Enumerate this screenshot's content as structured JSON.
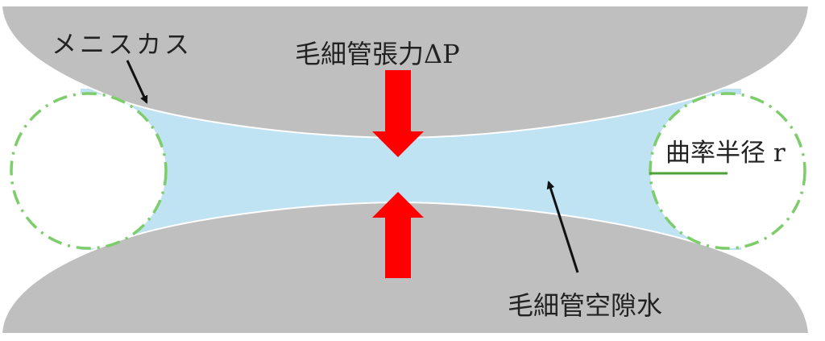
{
  "labels": {
    "meniscus": "メニスカス",
    "capillary_tension": "毛細管張力ΔP",
    "radius_of_curvature": "曲率半径 r",
    "capillary_pore_water": "毛細管空隙水"
  },
  "colors": {
    "grain": "#bfbfbf",
    "water": "#bfe3f3",
    "force_arrow": "#ff0000",
    "circle": "#7dcd6b",
    "radius_line": "#4ea23a",
    "text": "#222222"
  }
}
